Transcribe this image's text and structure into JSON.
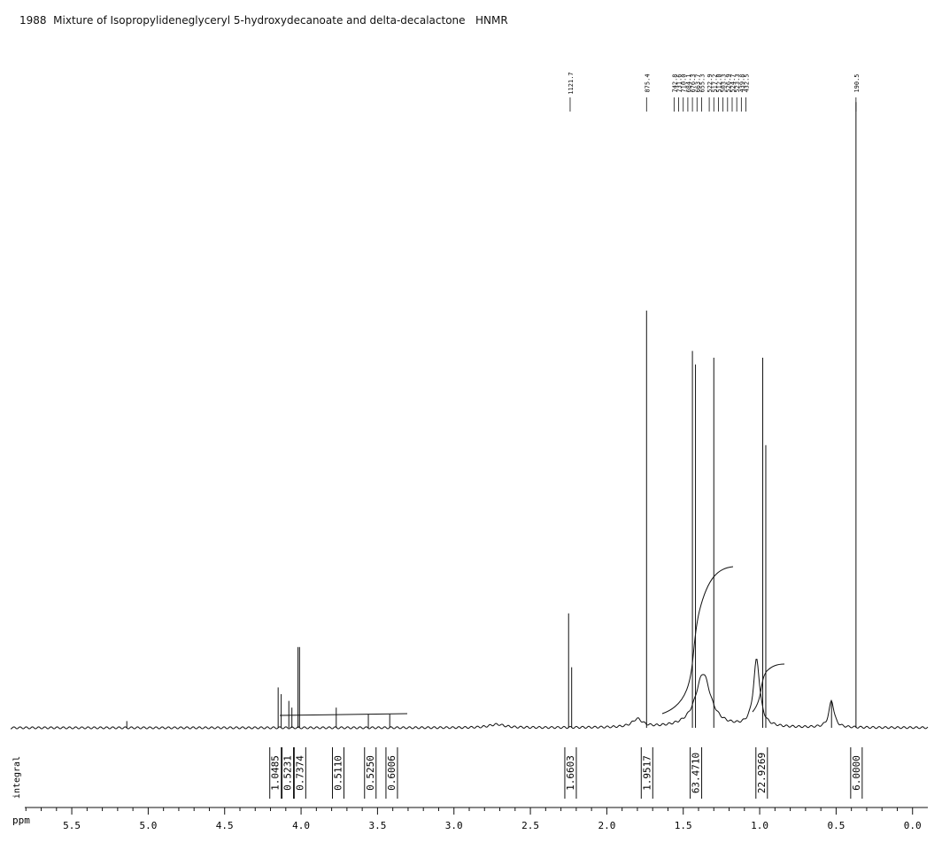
{
  "chart_data": {
    "type": "line",
    "title": "1988  Mixture of Isopropylideneglyceryl 5-hydroxydecanoate and delta-decalactone   HNMR",
    "xlabel": "ppm",
    "xlim": [
      5.9,
      -0.1
    ],
    "xticks": [
      "5.5",
      "5.0",
      "4.5",
      "4.0",
      "3.5",
      "3.0",
      "2.5",
      "2.0",
      "1.5",
      "1.0",
      "0.5",
      "0.0"
    ],
    "xtick_values": [
      5.5,
      5.0,
      4.5,
      4.0,
      3.5,
      3.0,
      2.5,
      2.0,
      1.5,
      1.0,
      0.5,
      0.0
    ],
    "integral_axis_label": "integral",
    "peaks": [
      {
        "ppm": 5.14,
        "height": 0.01
      },
      {
        "ppm": 4.15,
        "height": 0.06
      },
      {
        "ppm": 4.13,
        "height": 0.05
      },
      {
        "ppm": 4.08,
        "height": 0.04
      },
      {
        "ppm": 4.06,
        "height": 0.03
      },
      {
        "ppm": 4.02,
        "height": 0.12
      },
      {
        "ppm": 4.01,
        "height": 0.12
      },
      {
        "ppm": 3.77,
        "height": 0.03
      },
      {
        "ppm": 3.56,
        "height": 0.02
      },
      {
        "ppm": 3.42,
        "height": 0.02
      },
      {
        "ppm": 2.25,
        "height": 0.17
      },
      {
        "ppm": 2.23,
        "height": 0.09
      },
      {
        "ppm": 1.74,
        "height": 0.62
      },
      {
        "ppm": 1.44,
        "height": 0.56
      },
      {
        "ppm": 1.42,
        "height": 0.54
      },
      {
        "ppm": 1.3,
        "height": 0.55
      },
      {
        "ppm": 0.98,
        "height": 0.55
      },
      {
        "ppm": 0.96,
        "height": 0.42
      },
      {
        "ppm": 0.53,
        "height": 0.04
      },
      {
        "ppm": 0.37,
        "height": 0.93
      }
    ],
    "integrals": [
      {
        "label": "1.0485",
        "ppm": 4.17
      },
      {
        "label": "0.5231",
        "ppm": 4.09
      },
      {
        "label": "0.7374",
        "ppm": 4.01
      },
      {
        "label": "0.5110",
        "ppm": 3.76
      },
      {
        "label": "0.5250",
        "ppm": 3.55
      },
      {
        "label": "0.6006",
        "ppm": 3.41
      },
      {
        "label": "1.6603",
        "ppm": 2.24
      },
      {
        "label": "1.9517",
        "ppm": 1.74
      },
      {
        "label": "63.4710",
        "ppm": 1.42
      },
      {
        "label": "22.9269",
        "ppm": 0.99
      },
      {
        "label": "6.0000",
        "ppm": 0.37
      }
    ],
    "peak_labels": [
      {
        "text": "1121.7",
        "ppm": 2.24
      },
      {
        "text": "875.4",
        "ppm": 1.74
      },
      {
        "text": "742.8",
        "ppm": 1.56
      },
      {
        "text": "731.6",
        "ppm": 1.53
      },
      {
        "text": "710.0",
        "ppm": 1.5
      },
      {
        "text": "684.1",
        "ppm": 1.47
      },
      {
        "text": "676.3",
        "ppm": 1.44
      },
      {
        "text": "663.7",
        "ppm": 1.41
      },
      {
        "text": "655.3",
        "ppm": 1.38
      },
      {
        "text": "522.9",
        "ppm": 1.33
      },
      {
        "text": "517.2",
        "ppm": 1.3
      },
      {
        "text": "512.0",
        "ppm": 1.27
      },
      {
        "text": "503.3",
        "ppm": 1.24
      },
      {
        "text": "526.9",
        "ppm": 1.21
      },
      {
        "text": "524.7",
        "ppm": 1.18
      },
      {
        "text": "523.3",
        "ppm": 1.15
      },
      {
        "text": "439.8",
        "ppm": 1.12
      },
      {
        "text": "432.5",
        "ppm": 1.09
      },
      {
        "text": "190.5",
        "ppm": 0.37
      }
    ]
  }
}
